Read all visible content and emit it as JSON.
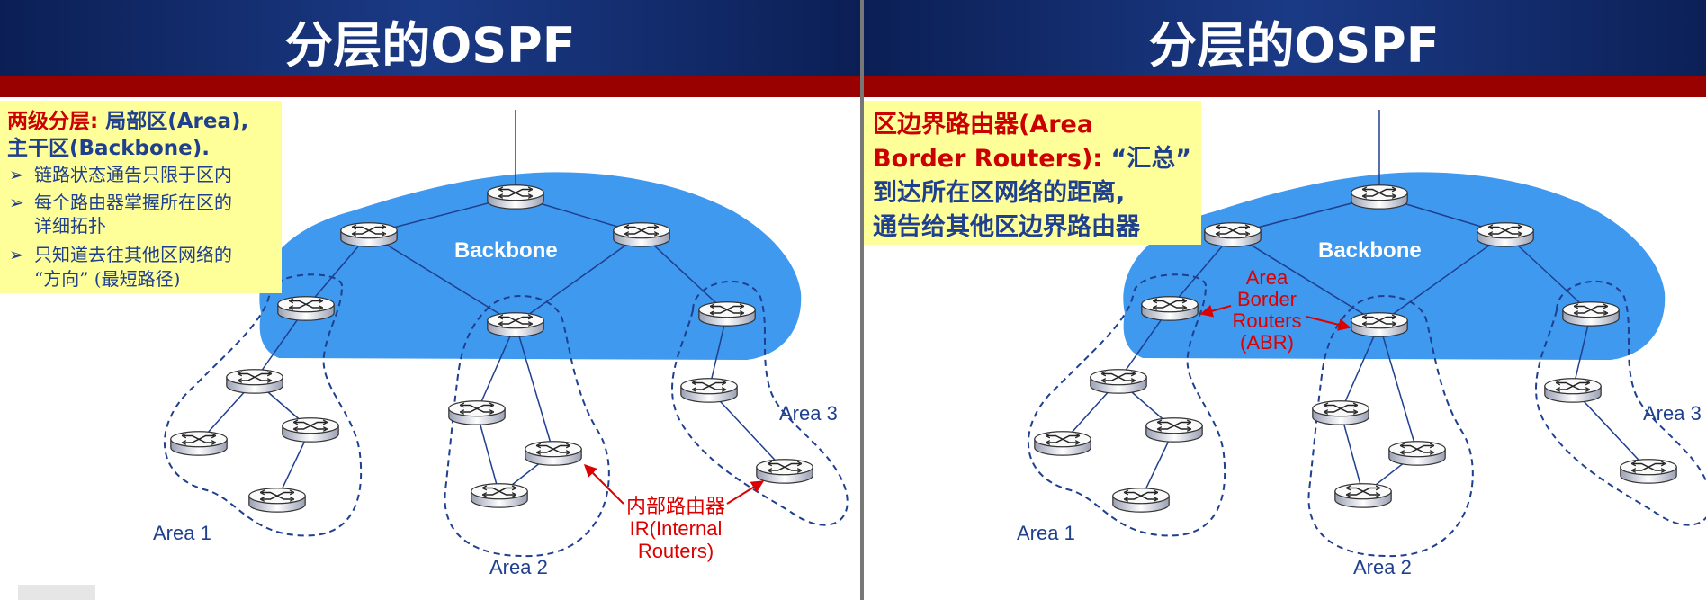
{
  "left_slide": {
    "title": "分层的OSPF",
    "note": {
      "heading_red": "两级分层: ",
      "heading_blue_1": "局部区(Area),",
      "heading_blue_2": "主干区(Backbone).",
      "bullets": [
        {
          "lines": [
            "链路状态通告只限于区内"
          ]
        },
        {
          "lines": [
            "每个路由器掌握所在区的",
            "详细拓扑"
          ]
        },
        {
          "lines": [
            "只知道去往其他区网络的",
            "“方向” (最短路径)"
          ]
        }
      ],
      "bullet_marker": "➢"
    },
    "labels": {
      "backbone": "Backbone",
      "area1": "Area 1",
      "area2": "Area 2",
      "area3": "Area 3",
      "ir_line1": "内部路由器",
      "ir_line2": "IR(Internal",
      "ir_line3": "Routers)"
    }
  },
  "right_slide": {
    "title": "分层的OSPF",
    "note": {
      "line1_red": "区边界路由器(Area",
      "line2_red": "Border Routers): ",
      "line2_blue": "“汇总”",
      "line3_blue": "到达所在区网络的距离,",
      "line4_blue": "通告给其他区边界路由器"
    },
    "labels": {
      "backbone": "Backbone",
      "area1": "Area 1",
      "area2": "Area 2",
      "area3": "Area 3",
      "abr_line1": "Area",
      "abr_line2": "Border",
      "abr_line3": "Routers",
      "abr_line4": "(ABR)"
    }
  },
  "colors": {
    "header": "#1b3a86",
    "red_bar": "#990000",
    "note_bg": "#ffff99",
    "backbone_fill": "#3f99ee",
    "area_line": "#1f3f8f",
    "annotation_red": "#dd0000",
    "text_blue": "#1f3f8f"
  },
  "icons": {
    "router": "router-icon",
    "bullet": "arrow-bullet-icon"
  }
}
